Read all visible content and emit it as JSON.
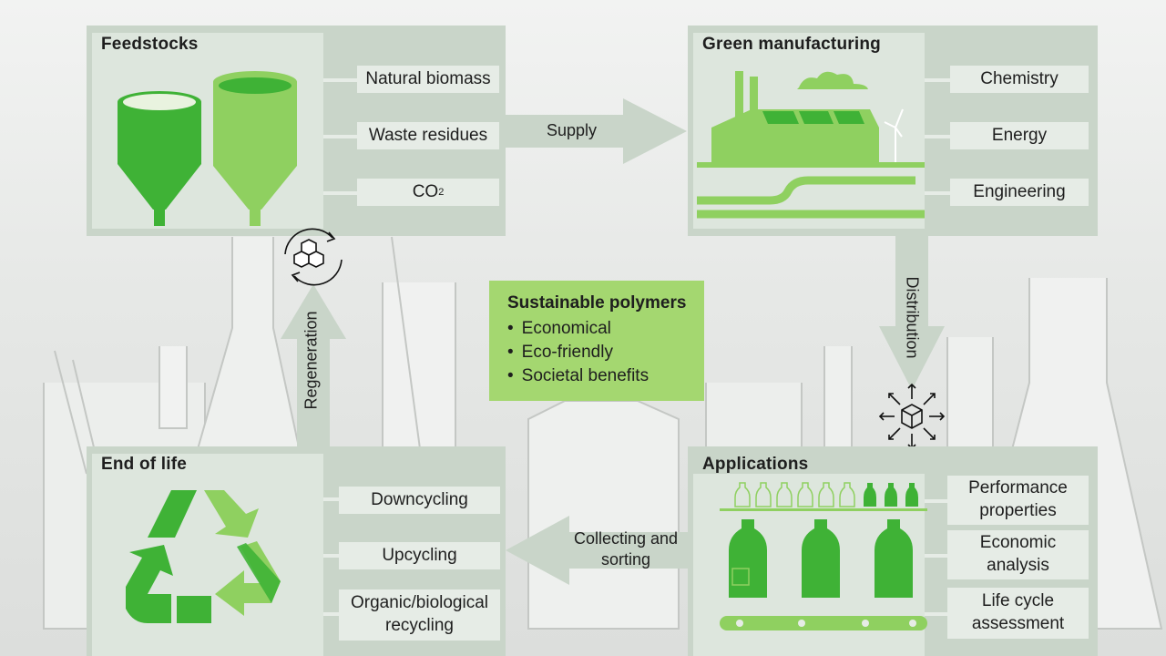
{
  "feedstocks": {
    "title": "Feedstocks",
    "items": [
      "Natural biomass",
      "Waste residues",
      "CO"
    ],
    "co2_subscript": "2"
  },
  "manufacturing": {
    "title": "Green manufacturing",
    "items": [
      "Chemistry",
      "Energy",
      "Engineering"
    ]
  },
  "applications": {
    "title": "Applications",
    "items": [
      {
        "line1": "Performance",
        "line2": "properties"
      },
      {
        "line1": "Economic",
        "line2": "analysis"
      },
      {
        "line1": "Life cycle",
        "line2": "assessment"
      }
    ]
  },
  "end_of_life": {
    "title": "End of life",
    "items": [
      {
        "line1": "Downcycling",
        "line2": ""
      },
      {
        "line1": "Upcycling",
        "line2": ""
      },
      {
        "line1": "Organic/biological",
        "line2": "recycling"
      }
    ]
  },
  "flows": {
    "supply": "Supply",
    "distribution": "Distribution",
    "collecting_line1": "Collecting and",
    "collecting_line2": "sorting",
    "regeneration": "Regeneration"
  },
  "center": {
    "title": "Sustainable polymers",
    "bullets": [
      "Economical",
      "Eco-friendly",
      "Societal benefits"
    ]
  },
  "colors": {
    "panel": "#c9d5c9",
    "inner": "#dde6dd",
    "label": "#e6ece6",
    "green_dark": "#3fb236",
    "green_light": "#8fd060",
    "center_box": "#a4d770"
  },
  "icons": [
    "molecule-regeneration-icon",
    "distribution-box-icon",
    "recycle-icon",
    "factory-icon",
    "bottle-icon"
  ]
}
